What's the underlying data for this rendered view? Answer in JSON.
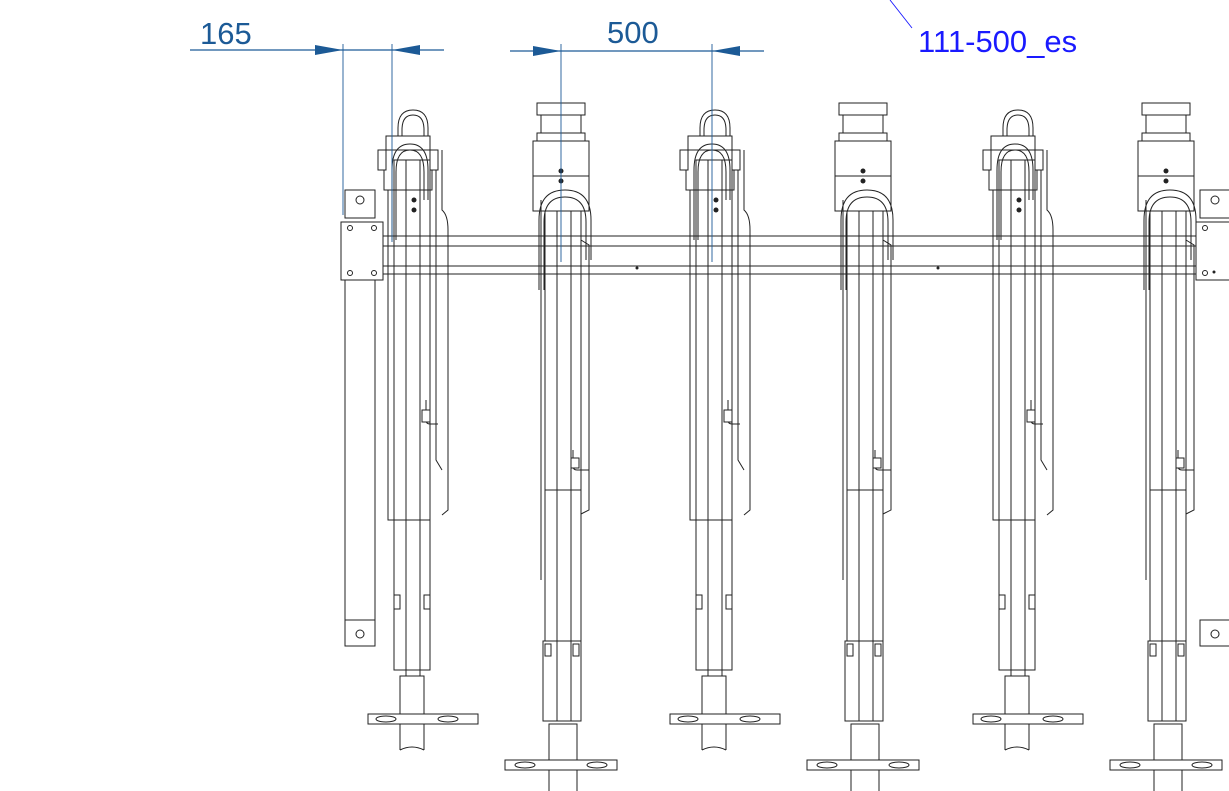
{
  "drawing": {
    "dimensions": [
      {
        "label": "165"
      },
      {
        "label": "500"
      }
    ],
    "part_label": "111-500_es",
    "colors": {
      "dimension": "#1c5a96",
      "part_label": "#1a1aff",
      "line": "#222222"
    },
    "rack_count": 6
  }
}
